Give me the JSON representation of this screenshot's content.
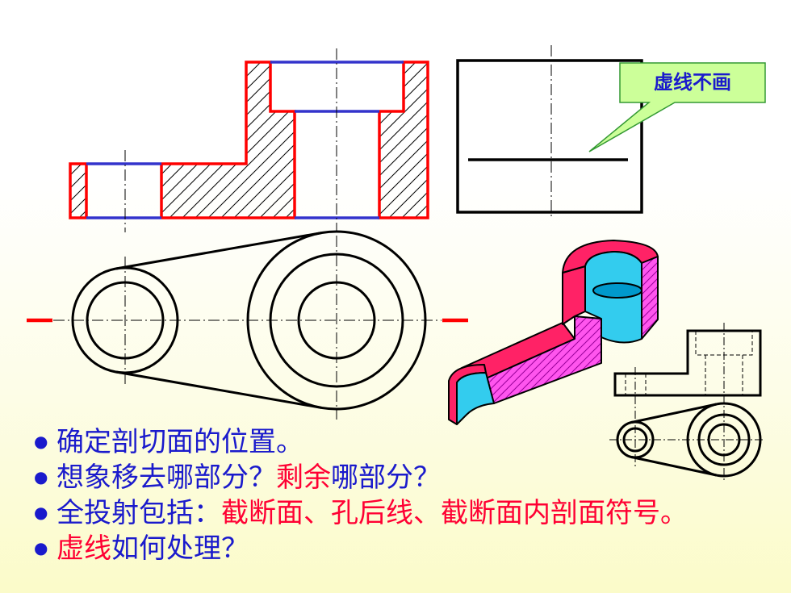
{
  "callout": {
    "text": "虚线不画"
  },
  "bullets": [
    {
      "segments": [
        {
          "text": "确定剖切面的位置。",
          "color": "blue"
        }
      ]
    },
    {
      "segments": [
        {
          "text": "想象移去哪部分？",
          "color": "blue"
        },
        {
          "text": "剩余",
          "color": "red"
        },
        {
          "text": "哪部分？",
          "color": "blue"
        }
      ]
    },
    {
      "segments": [
        {
          "text": "全投射包括：",
          "color": "blue"
        },
        {
          "text": "截断面、孔后线、截断面内剖面符号。",
          "color": "red"
        }
      ]
    },
    {
      "segments": [
        {
          "text": "虚线",
          "color": "red"
        },
        {
          "text": "如何处理？",
          "color": "blue"
        }
      ]
    }
  ],
  "colors": {
    "text_blue": "#1a1acc",
    "text_red": "#ff0033",
    "outline_red": "#ff0000",
    "outline_blue": "#3333cc",
    "callout_fill": "#ccff99",
    "section_magenta": "#ff55ee",
    "surface_red": "#ff2266",
    "hole_cyan": "#33ccee"
  },
  "icons": {
    "bullet": "filled-circle-bullet"
  }
}
